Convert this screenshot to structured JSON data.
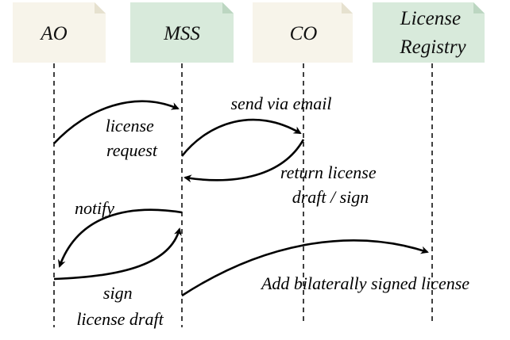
{
  "colors": {
    "actor_light": "#f7f4ea",
    "actor_green": "#d8eadb",
    "line": "#000000"
  },
  "actors": [
    {
      "id": "ao",
      "lines": [
        "AO"
      ],
      "fill": "light"
    },
    {
      "id": "mss",
      "lines": [
        "MSS"
      ],
      "fill": "green"
    },
    {
      "id": "co",
      "lines": [
        "CO"
      ],
      "fill": "light"
    },
    {
      "id": "registry",
      "lines": [
        "License",
        "Registry"
      ],
      "fill": "green"
    }
  ],
  "messages": [
    {
      "id": "license-request",
      "lines": [
        "license",
        "request"
      ]
    },
    {
      "id": "send-via-email",
      "lines": [
        "send via email"
      ]
    },
    {
      "id": "return-license-draft",
      "lines": [
        "return license",
        "draft / sign"
      ]
    },
    {
      "id": "notify",
      "lines": [
        "notify"
      ]
    },
    {
      "id": "sign-license-draft",
      "lines": [
        "sign",
        "license draft"
      ]
    },
    {
      "id": "add-bilaterally-signed",
      "lines": [
        "Add bilaterally signed license"
      ]
    }
  ]
}
